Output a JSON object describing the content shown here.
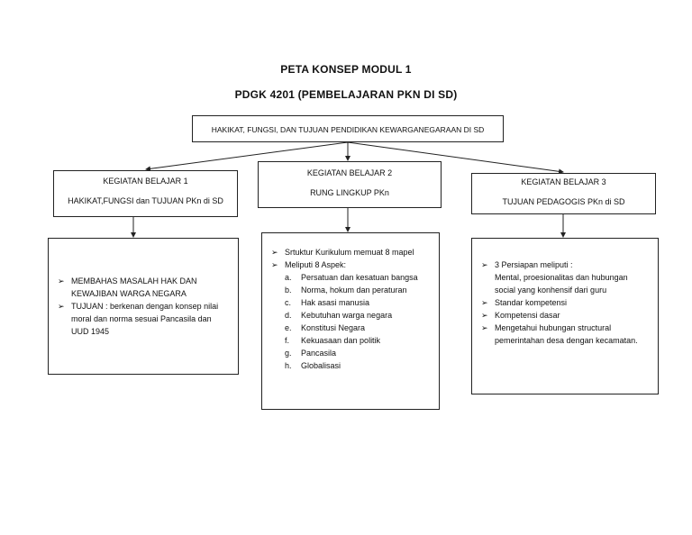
{
  "title_line1": "PETA KONSEP MODUL 1",
  "title_line2": "PDGK 4201 (PEMBELAJARAN PKN DI SD)",
  "root": "HAKIKAT, FUNGSI, DAN TUJUAN PENDIDIKAN KEWARGANEGARAAN DI SD",
  "kb1": {
    "heading": "KEGIATAN BELAJAR 1",
    "subtitle": "HAKIKAT,FUNGSI dan TUJUAN PKn di SD"
  },
  "kb2": {
    "heading": "KEGIATAN BELAJAR 2",
    "subtitle": "RUNG LINGKUP PKn"
  },
  "kb3": {
    "heading": "KEGIATAN BELAJAR 3",
    "subtitle": "TUJUAN PEDAGOGIS PKn di SD"
  },
  "detail1": {
    "items": [
      "MEMBAHAS MASALAH HAK DAN KEWAJIBAN WARGA NEGARA",
      "TUJUAN : berkenan dengan konsep nilai moral dan norma sesuai Pancasila dan UUD 1945"
    ]
  },
  "detail2": {
    "item1": "Srtuktur Kurikulum memuat 8 mapel",
    "item2": "Meliputi 8 Aspek:",
    "subitems": [
      {
        "mark": "a.",
        "text": "Persatuan dan kesatuan bangsa"
      },
      {
        "mark": "b.",
        "text": "Norma, hokum dan peraturan"
      },
      {
        "mark": "c.",
        "text": "Hak asasi manusia"
      },
      {
        "mark": "d.",
        "text": "Kebutuhan warga negara"
      },
      {
        "mark": "e.",
        "text": "Konstitusi Negara"
      },
      {
        "mark": "f.",
        "text": "Kekuasaan dan politik"
      },
      {
        "mark": "g.",
        "text": "Pancasila"
      },
      {
        "mark": "h.",
        "text": "Globalisasi"
      }
    ]
  },
  "detail3": {
    "items": [
      "3 Persiapan meliputi :",
      "Standar kompetensi",
      "Kompetensi dasar",
      "Mengetahui hubungan structural pemerintahan desa dengan kecamatan."
    ],
    "item1_extra": "Mental, proesionalitas dan hubungan social yang konhensif dari guru"
  }
}
